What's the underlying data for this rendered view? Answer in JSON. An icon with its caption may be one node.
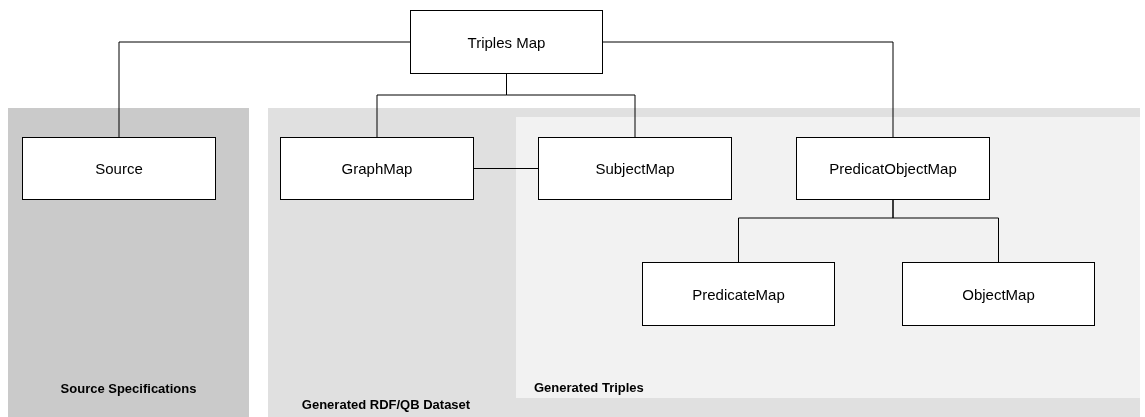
{
  "diagram": {
    "nodes": [
      {
        "text": [
          "Triples Map"
        ]
      },
      {
        "text": [
          "Source Specifications"
        ]
      },
      {
        "text": [
          "Source"
        ],
        "in": 1
      },
      {
        "text": [
          "Generated RDF/QB Dataset"
        ]
      },
      {
        "text": [
          "GraphMap"
        ],
        "in": 3
      },
      {
        "text": [
          "Generated Triples"
        ],
        "in": 3
      },
      {
        "text": [
          "SubjectMap"
        ],
        "in": 5
      },
      {
        "text": [
          "PredicatObjectMap"
        ],
        "in": 5
      },
      {
        "text": [
          "PredicateMap"
        ],
        "in": 5
      },
      {
        "text": [
          "ObjectMap"
        ],
        "in": 5
      }
    ],
    "edges": [
      {
        "from": 0,
        "to": 2,
        "arrow": "none"
      },
      {
        "from": 0,
        "to": 4,
        "arrow": "none"
      },
      {
        "from": 0,
        "to": 6,
        "arrow": "none"
      },
      {
        "from": 0,
        "to": 7,
        "arrow": "none"
      },
      {
        "from": 4,
        "to": 6,
        "arrow": "none"
      },
      {
        "from": 7,
        "to": 8,
        "arrow": "none"
      },
      {
        "from": 7,
        "to": 9,
        "arrow": "none"
      }
    ]
  }
}
